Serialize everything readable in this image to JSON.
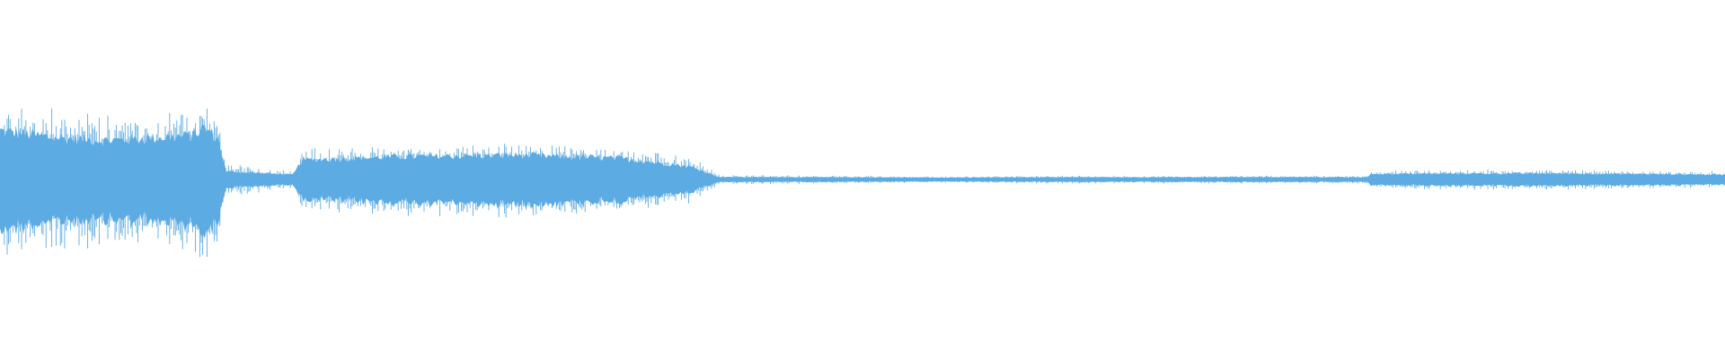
{
  "waveform": {
    "color": "#5dabe3",
    "background": "#ffffff",
    "envelope": [
      {
        "t": 0.0,
        "peak": 0.5,
        "body": 0.3
      },
      {
        "t": 0.03,
        "peak": 0.46,
        "body": 0.26
      },
      {
        "t": 0.06,
        "peak": 0.42,
        "body": 0.24
      },
      {
        "t": 0.08,
        "peak": 0.4,
        "body": 0.25
      },
      {
        "t": 0.11,
        "peak": 0.44,
        "body": 0.27
      },
      {
        "t": 0.119,
        "peak": 0.52,
        "body": 0.32
      },
      {
        "t": 0.127,
        "peak": 0.4,
        "body": 0.24
      },
      {
        "t": 0.131,
        "peak": 0.1,
        "body": 0.05
      },
      {
        "t": 0.17,
        "peak": 0.06,
        "body": 0.03
      },
      {
        "t": 0.175,
        "peak": 0.2,
        "body": 0.12
      },
      {
        "t": 0.23,
        "peak": 0.22,
        "body": 0.14
      },
      {
        "t": 0.3,
        "peak": 0.24,
        "body": 0.15
      },
      {
        "t": 0.36,
        "peak": 0.2,
        "body": 0.13
      },
      {
        "t": 0.4,
        "peak": 0.15,
        "body": 0.08
      },
      {
        "t": 0.417,
        "peak": 0.03,
        "body": 0.015
      },
      {
        "t": 0.56,
        "peak": 0.02,
        "body": 0.012
      },
      {
        "t": 0.6,
        "peak": 0.025,
        "body": 0.014
      },
      {
        "t": 0.793,
        "peak": 0.025,
        "body": 0.014
      },
      {
        "t": 0.795,
        "peak": 0.06,
        "body": 0.035
      },
      {
        "t": 0.9,
        "peak": 0.065,
        "body": 0.038
      },
      {
        "t": 1.0,
        "peak": 0.05,
        "body": 0.03
      }
    ]
  }
}
